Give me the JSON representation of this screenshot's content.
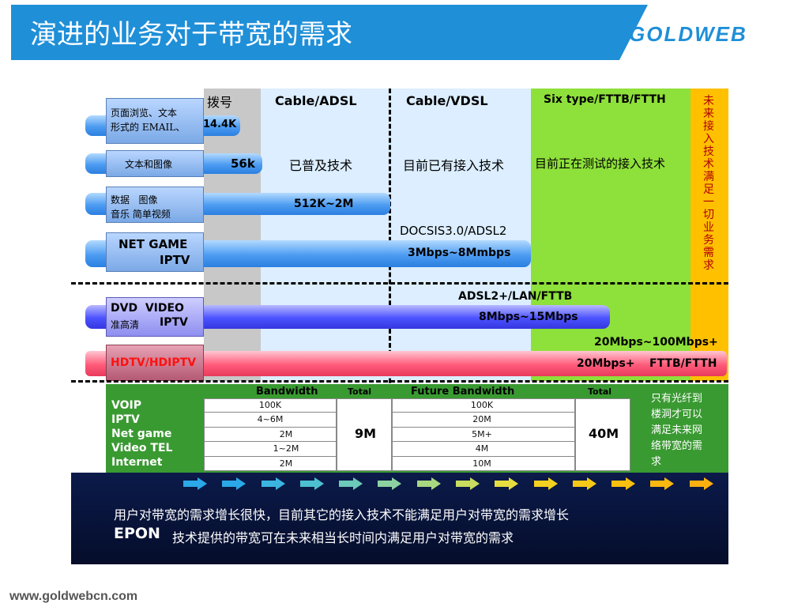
{
  "header": {
    "title": "演进的业务对于带宽的需求",
    "logo": "GOLDWEB"
  },
  "footer": {
    "url": "www.goldwebcn.com"
  },
  "columns": {
    "dialup": "拨号",
    "cable_adsl": "Cable/ADSL",
    "cable_vdsl": "Cable/VDSL",
    "fttb": "Six type/FTTB/FTTH",
    "future_vertical": "未来接入技术满足一切业务需求"
  },
  "status": {
    "adsl": "已普及技术",
    "vdsl": "目前已有接入技术",
    "fttb": "目前正在测试的接入技术"
  },
  "services": {
    "s1": {
      "line1": "页面浏览、文本",
      "line2": "形式的 EMAIL、",
      "rate": "14.4K"
    },
    "s2": {
      "label": "文本和图像",
      "rate": "56k"
    },
    "s3": {
      "line1": "数据   图像",
      "line2": "音乐 简单视频",
      "rate": "512K~2M"
    },
    "s4": {
      "line1": "NET GAME",
      "line2": "IPTV",
      "tech": "DOCSIS3.0/ADSL2",
      "rate": "3Mbps~8Mmbps"
    },
    "s5": {
      "line1": "DVD  VIDEO",
      "line2a": "准高清",
      "line2b": "IPTV",
      "tech": "ADSL2+/LAN/FTTB",
      "rate": "8Mbps~15Mbps"
    },
    "s6": {
      "label": "HDTV/HDIPTV",
      "rate_top": "20Mbps~100Mbps+",
      "rate": "20Mbps+",
      "tech": "FTTB/FTTH"
    }
  },
  "bandwidth_table": {
    "services": [
      "VOIP",
      "IPTV",
      "Net game",
      "Video TEL",
      "Internet"
    ],
    "header_bandwidth": "Bandwidth",
    "header_total": "Total",
    "header_future": "Future Bandwidth",
    "header_future_total": "Total",
    "bandwidth": [
      "100K",
      "4~6M",
      "2M",
      "1~2M",
      "2M"
    ],
    "total": "9M",
    "future": [
      "100K",
      "20M",
      "5M+",
      "4M",
      "10M"
    ],
    "future_total": "40M",
    "note": [
      "只有光纤到",
      "楼洞才可以",
      "满足未来网",
      "络带宽的需",
      "求"
    ]
  },
  "banner": {
    "line1": "用户对带宽的需求增长很快，目前其它的接入技术不能满足用户对带宽的需求增长",
    "line2_epon": "EPON",
    "line2_rest": "技术提供的带宽可在未来相当长时间内满足用户对带宽的需求"
  },
  "colors": {
    "header_blue": "#1f8fd8",
    "dialup_gray": "#c8c8c8",
    "adsl_blue": "#dceeff",
    "fttb_green": "#8ee03a",
    "future_yellow": "#ffc000",
    "table_green": "#3a9a32",
    "banner_navy": "#07133a"
  }
}
